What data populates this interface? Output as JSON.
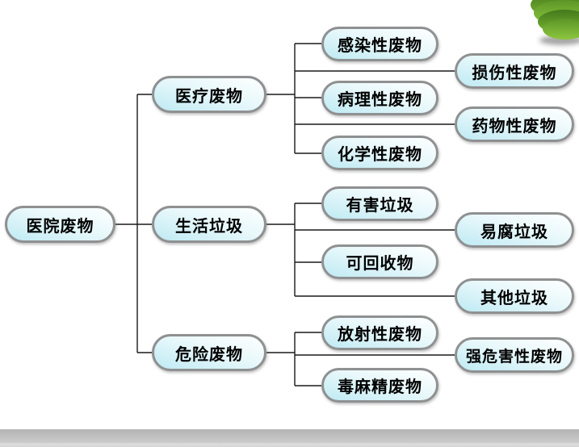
{
  "slide": {
    "title_hidden": "",
    "colors": {
      "node_fill_start": "#bfeaf3",
      "node_fill_end": "#feffff",
      "node_border": "#8f9091",
      "connector": "#1a1a1a",
      "leaf_green_light": "#8cc63e",
      "leaf_green_mid": "#6aa82e",
      "leaf_green_dark": "#44791b",
      "bottom_bar_gray": "#c6c6c6"
    },
    "decor": {
      "corner_ornament": "green-leaf-ball-icon",
      "bottom_bar": "gray-gradient-bar"
    }
  },
  "diagram": {
    "root": {
      "label": "医院废物"
    },
    "branches": [
      {
        "label": "医疗废物",
        "children": [
          "感染性废物",
          "损伤性废物",
          "病理性废物",
          "药物性废物",
          "化学性废物"
        ]
      },
      {
        "label": "生活垃圾",
        "children": [
          "有害垃圾",
          "易腐垃圾",
          "可回收物",
          "其他垃圾"
        ]
      },
      {
        "label": "危险废物",
        "children": [
          "放射性废物",
          "强危害性废物",
          "毒麻精废物"
        ]
      }
    ]
  }
}
